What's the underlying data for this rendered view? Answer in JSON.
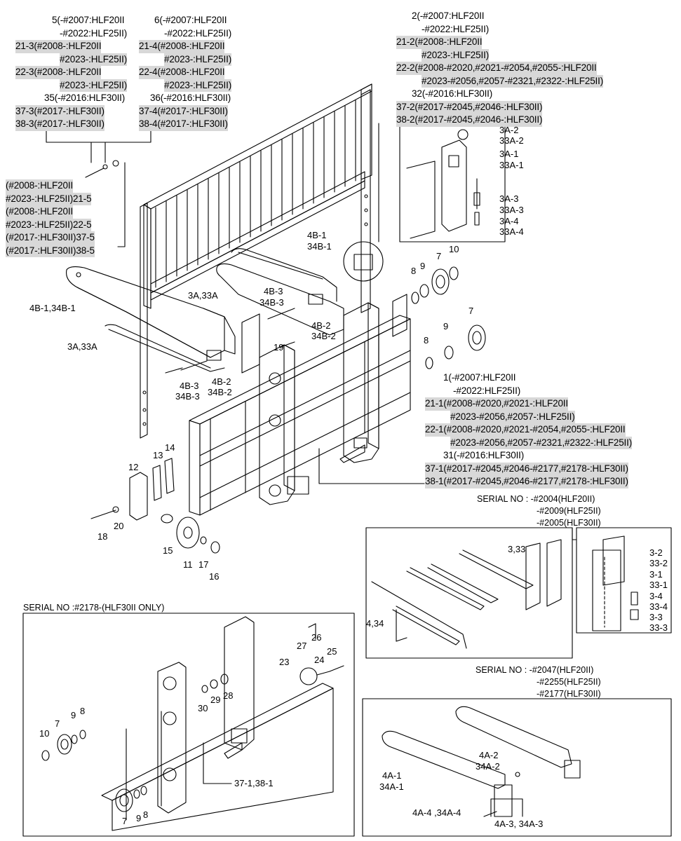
{
  "top_left_block": [
    {
      "text": "5(-#2007:HLF20II",
      "hl": false
    },
    {
      "text": "-#2022:HLF25II)",
      "hl": false
    },
    {
      "text": "21-3(#2008-:HLF20II",
      "hl": true
    },
    {
      "text": "#2023-:HLF25II)",
      "hl": true
    },
    {
      "text": "22-3(#2008-:HLF20II",
      "hl": true
    },
    {
      "text": "#2023-:HLF25II)",
      "hl": true
    },
    {
      "text": "35(-#2016:HLF30II)",
      "hl": false
    },
    {
      "text": "37-3(#2017-:HLF30II)",
      "hl": true
    },
    {
      "text": "38-3(#2017-:HLF30II)",
      "hl": true
    }
  ],
  "top_mid_block": [
    {
      "text": "6(-#2007:HLF20II",
      "hl": false
    },
    {
      "text": "-#2022:HLF25II)",
      "hl": false
    },
    {
      "text": "21-4(#2008-:HLF20II",
      "hl": true
    },
    {
      "text": "#2023-:HLF25II)",
      "hl": true
    },
    {
      "text": "22-4(#2008-:HLF20II",
      "hl": true
    },
    {
      "text": "#2023-:HLF25II)",
      "hl": true
    },
    {
      "text": "36(-#2016:HLF30II)",
      "hl": false
    },
    {
      "text": "37-4(#2017-:HLF30II)",
      "hl": true
    },
    {
      "text": "38-4(#2017-:HLF30II)",
      "hl": true
    }
  ],
  "top_right_block": [
    {
      "text": "2(-#2007:HLF20II",
      "hl": false
    },
    {
      "text": "-#2022:HLF25II)",
      "hl": false
    },
    {
      "text": "21-2(#2008-:HLF20II",
      "hl": true
    },
    {
      "text": "#2023-:HLF25II)",
      "hl": true
    },
    {
      "text": "22-2(#2008-#2020,#2021-#2054,#2055-:HLF20II",
      "hl": true
    },
    {
      "text": "#2023-#2056,#2057-#2321,#2322-:HLF25II)",
      "hl": true
    },
    {
      "text": "32(-#2016:HLF30II)",
      "hl": false
    },
    {
      "text": "37-2(#2017-#2045,#2046-:HLF30II)",
      "hl": true
    },
    {
      "text": "38-2(#2017-#2045,#2046-:HLF30II)",
      "hl": true
    }
  ],
  "left_side_block": [
    {
      "text": "(#2008-:HLF20II",
      "hl": true
    },
    {
      "text": "#2023-:HLF25II)21-5",
      "hl": true
    },
    {
      "text": "(#2008-:HLF20II",
      "hl": true
    },
    {
      "text": "#2023-:HLF25II)22-5",
      "hl": true
    },
    {
      "text": "(#2017-:HLF30II)37-5",
      "hl": true
    },
    {
      "text": "(#2017-:HLF30II)38-5",
      "hl": true
    }
  ],
  "mid_right_block": [
    {
      "text": "1(-#2007:HLF20II",
      "hl": false
    },
    {
      "text": "-#2022:HLF25II)",
      "hl": false
    },
    {
      "text": "21-1(#2008-#2020,#2021-:HLF20II",
      "hl": true
    },
    {
      "text": "#2023-#2056,#2057-:HLF25II)",
      "hl": true
    },
    {
      "text": "22-1(#2008-#2020,#2021-#2054,#2055-:HLF20II",
      "hl": true
    },
    {
      "text": "#2023-#2056,#2057-#2321,#2322-:HLF25II)",
      "hl": true
    },
    {
      "text": "31(-#2016:HLF30II)",
      "hl": false
    },
    {
      "text": "37-1(#2017-#2045,#2046-#2177,#2178-:HLF30II)",
      "hl": true
    },
    {
      "text": "38-1(#2017-#2045,#2046-#2177,#2178-:HLF30II)",
      "hl": true
    }
  ],
  "serial_a": [
    "SERIAL NO : -#2004(HLF20II)",
    "-#2009(HLF25II)",
    "-#2005(HLF30II)"
  ],
  "serial_b": "SERIAL NO :#2178-(HLF30II ONLY)",
  "serial_c": [
    "SERIAL NO : -#2047(HLF20II)",
    "-#2255(HLF25II)",
    "-#2177(HLF30II)"
  ],
  "parts": {
    "p3a2": "3A-2",
    "p33a2": "33A-2",
    "p3a1": "3A-1",
    "p33a1": "33A-1",
    "p3a3": "3A-3",
    "p33a3": "33A-3",
    "p3a4": "3A-4",
    "p33a4": "33A-4",
    "p4b1": "4B-1",
    "p34b1": "34B-1",
    "p4b1_34b1": "4B-1,34B-1",
    "p3a_33a_1": "3A,33A",
    "p3a_33a_2": "3A,33A",
    "p4b3_a": "4B-3",
    "p34b3_a": "34B-3",
    "p4b2_a": "4B-2",
    "p34b2_a": "34B-2",
    "p4b3_b": "4B-3",
    "p34b3_b": "34B-3",
    "p4b2_b": "4B-2",
    "p34b2_b": "34B-2",
    "p19": "19",
    "p8a": "8",
    "p9a": "9",
    "p7a": "7",
    "p10a": "10",
    "p7b": "7",
    "p9b": "9",
    "p8b": "8",
    "p12": "12",
    "p13": "13",
    "p14": "14",
    "p18": "18",
    "p20": "20",
    "p15": "15",
    "p11": "11",
    "p17": "17",
    "p16": "16",
    "p3_33": "3,33",
    "p4_34": "4,34",
    "p3_2": "3-2",
    "p33_2": "33-2",
    "p3_1": "3-1",
    "p33_1": "33-1",
    "p3_4": "3-4",
    "p33_4": "33-4",
    "p3_3": "3-3",
    "p33_3": "33-3",
    "p27": "27",
    "p26": "26",
    "p23": "23",
    "p24": "24",
    "p25": "25",
    "p30": "30",
    "p29": "29",
    "p28": "28",
    "p10c": "10",
    "p7c": "7",
    "p9c": "9",
    "p8c": "8",
    "p7d": "7",
    "p9d": "9",
    "p8d": "8",
    "p37_38": "37-1,38-1",
    "p4a2": "4A-2",
    "p34a2": "34A-2",
    "p4a1": "4A-1",
    "p34a1": "34A-1",
    "p4a4": "4A-4 ,34A-4",
    "p4a3": "4A-3, 34A-3"
  }
}
